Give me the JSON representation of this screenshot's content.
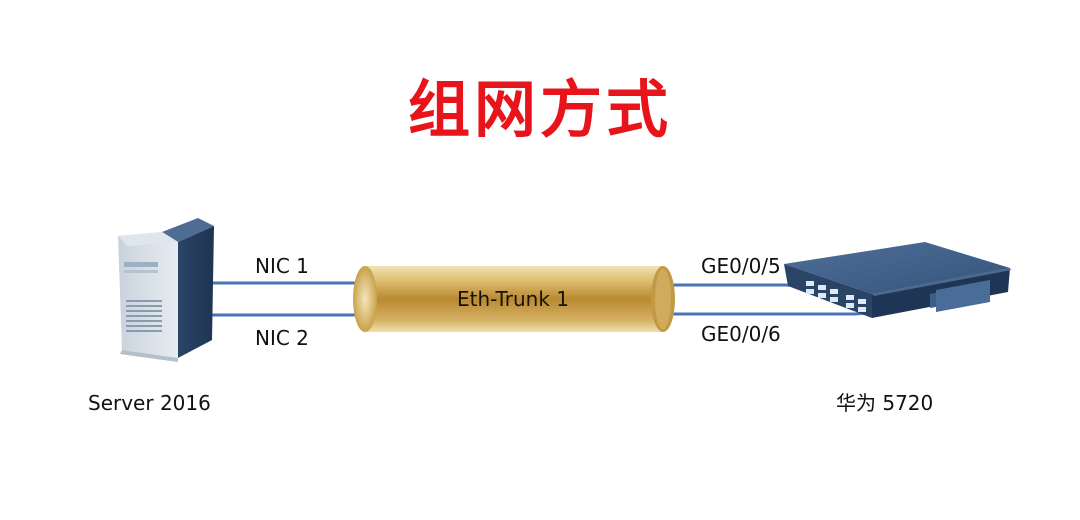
{
  "title": "组网方式",
  "server": {
    "label": "Server 2016",
    "nic1": "NIC 1",
    "nic2": "NIC 2"
  },
  "trunk": {
    "label": "Eth-Trunk 1"
  },
  "switch": {
    "label": "华为 5720",
    "port1": "GE0/0/5",
    "port2": "GE0/0/6"
  },
  "colors": {
    "title": "#e8141b",
    "link": "#4a74b8",
    "trunk": "#c9a24a",
    "device": "#2d4a70"
  }
}
